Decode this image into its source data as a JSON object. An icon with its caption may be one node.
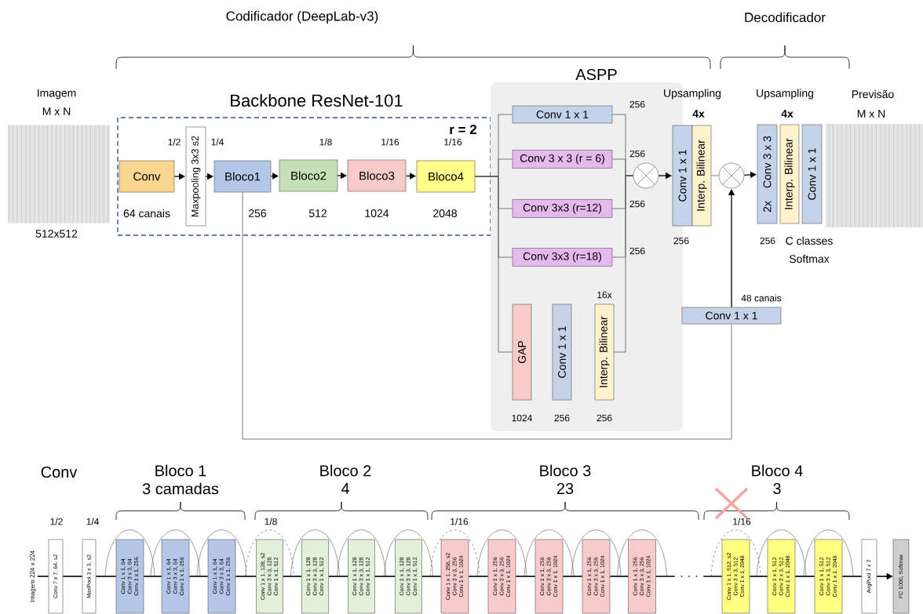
{
  "diagram": {
    "nodes": [
      {
        "text": [
          "Imagem",
          "M x N"
        ],
        "beside": [
          "512x512"
        ]
      },
      {
        "text": [
          "Backbone ResNet-101",
          "r = 2"
        ]
      },
      {
        "text": [
          "Conv"
        ],
        "in": 1,
        "beside": [
          "64 canais"
        ]
      },
      {
        "text": [
          "Maxpooling 3x3 s2"
        ],
        "in": 1,
        "beside": [
          "1/2",
          "1/4"
        ]
      },
      {
        "text": [
          "Bloco1"
        ],
        "in": 1,
        "beside": [
          "256"
        ]
      },
      {
        "text": [
          "Bloco2"
        ],
        "in": 1,
        "beside": [
          "1/8",
          "512"
        ]
      },
      {
        "text": [
          "Bloco3"
        ],
        "in": 1,
        "beside": [
          "1/16",
          "1024"
        ]
      },
      {
        "text": [
          "Bloco4"
        ],
        "in": 1,
        "beside": [
          "1/16",
          "2048"
        ]
      },
      {
        "text": [
          "ASPP"
        ]
      },
      {
        "text": [
          "Conv 1 x 1"
        ],
        "in": 8,
        "beside": [
          "256"
        ]
      },
      {
        "text": [
          "Conv 3 x 3 (r = 6)"
        ],
        "in": 8
      },
      {
        "text": [
          "Conv 3x3 (r=12)"
        ],
        "in": 8,
        "beside": [
          "256"
        ]
      },
      {
        "text": [
          "Conv 3x3 (r=18)"
        ],
        "in": 8,
        "beside": [
          "256"
        ]
      },
      {
        "text": [
          "GAP"
        ],
        "in": 8,
        "beside": [
          "1024"
        ]
      },
      {
        "text": [
          "Conv 1 x 1"
        ],
        "in": 8,
        "beside": [
          "256"
        ]
      },
      {
        "text": [
          "Interp. Bilinear"
        ],
        "in": 8,
        "beside": [
          "16x",
          "256"
        ]
      },
      {
        "text": [],
        "shape": "circle",
        "in": 8
      },
      {
        "text": [
          "Conv 1 x 1"
        ],
        "beside": [
          "256"
        ]
      },
      {
        "text": [
          "Interp. Bilinear"
        ]
      },
      {
        "text": [],
        "shape": "circle"
      },
      {
        "text": [
          "2x",
          "Conv 3 x 3"
        ],
        "beside": [
          "256"
        ]
      },
      {
        "text": [
          "Interp. Bilinear"
        ]
      },
      {
        "text": [
          "Conv 1 x 1"
        ],
        "beside": [
          "C classes",
          "Softmax"
        ]
      },
      {
        "text": [
          "Previsão",
          "M x N"
        ]
      },
      {
        "text": [
          "Conv 1 x 1"
        ],
        "beside": [
          "48 canais"
        ]
      },
      {
        "text": [
          "Imagem 224 x 224"
        ]
      },
      {
        "text": [
          "Conv 7 x 7, 64, s2"
        ]
      },
      {
        "text": [
          "MaxPool 3 x 3, s2"
        ]
      },
      {
        "text": [
          "Conv 1 x 1, 64",
          "Conv 3 x 3, 64",
          "Conv 1 x 1, 256"
        ]
      },
      {
        "text": [
          "Conv 1 x 1, 64",
          "Conv 3 x 3, 64",
          "Conv 1 x 1, 256"
        ]
      },
      {
        "text": [
          "Conv 1 x 1, 64",
          "Conv 3 x 3, 64",
          "Conv 1 x 1, 256"
        ]
      },
      {
        "text": [
          "Conv 1 x 1, 128, s2",
          "Conv 3 x 3, 128",
          "Conv 1 x 1, 512"
        ]
      },
      {
        "text": [
          "Conv 1 x 1, 128",
          "Conv 3 x 3, 128",
          "Conv 1 x 1, 512"
        ]
      },
      {
        "text": [
          "Conv 1 x 1, 128",
          "Conv 3 x 3, 128",
          "Conv 1 x 1, 512"
        ]
      },
      {
        "text": [
          "Conv 1 x 1, 128",
          "Conv 3 x 3, 128",
          "Conv 1 x 1, 512"
        ]
      },
      {
        "text": [
          "Conv 1 x 1, 256, s2",
          "Conv 3 x 3, 256",
          "Conv 1 x 1, 1024"
        ]
      },
      {
        "text": [
          "Conv 1 x 1, 256",
          "Conv 3 x 3, 256",
          "Conv 1 x 1, 1024"
        ]
      },
      {
        "text": [
          "Conv 1 x 1, 256",
          "Conv 3 x 3, 256",
          "Conv 1 x 1, 1024"
        ]
      },
      {
        "text": [
          "Conv 1 x 1, 256",
          "Conv 3 x 3, 256",
          "Conv 1 x 1, 1024"
        ]
      },
      {
        "text": [
          "Conv 1 x 1, 256",
          "Conv 3 x 3, 256",
          "Conv 1 x 1, 1024"
        ]
      },
      {
        "text": [
          "Conv 1 x 1, 512, s2",
          "Conv 3 x 3, 512",
          "Conv 1 x 1, 2048"
        ]
      },
      {
        "text": [
          "Conv 1 x 1, 512",
          "Conv 3 x 3, 512",
          "Conv 1 x 1, 2048"
        ]
      },
      {
        "text": [
          "Conv 1 x 1, 512",
          "Conv 3 x 3, 512",
          "Conv 1 x 1, 2048"
        ]
      },
      {
        "text": [
          "AvgPool 7 x 7"
        ]
      },
      {
        "text": [
          "FC 1000, Softmax"
        ]
      }
    ],
    "edges": [
      {
        "from": 2,
        "to": 3,
        "arrow": "to"
      },
      {
        "from": 3,
        "to": 4,
        "arrow": "to"
      },
      {
        "from": 4,
        "to": 5,
        "arrow": "to"
      },
      {
        "from": 5,
        "to": 6,
        "arrow": "to"
      },
      {
        "from": 6,
        "to": 7,
        "arrow": "to"
      },
      {
        "from": 7,
        "to": 9,
        "arrow": "none"
      },
      {
        "from": 7,
        "to": 10,
        "arrow": "none"
      },
      {
        "from": 7,
        "to": 11,
        "arrow": "none"
      },
      {
        "from": 7,
        "to": 12,
        "arrow": "none"
      },
      {
        "from": 7,
        "to": 13,
        "arrow": "none"
      },
      {
        "from": 9,
        "to": 16,
        "arrow": "none"
      },
      {
        "from": 10,
        "to": 16,
        "arrow": "none"
      },
      {
        "from": 11,
        "to": 16,
        "arrow": "none"
      },
      {
        "from": 12,
        "to": 16,
        "arrow": "none"
      },
      {
        "from": 15,
        "to": 16,
        "arrow": "none"
      },
      {
        "from": 16,
        "to": 17,
        "arrow": "to"
      },
      {
        "from": 18,
        "to": 19,
        "arrow": "none"
      },
      {
        "from": 19,
        "to": 20,
        "arrow": "to"
      },
      {
        "from": 4,
        "to": 24,
        "arrow": "none"
      },
      {
        "from": 24,
        "to": 19,
        "arrow": "to"
      },
      {
        "from": 25,
        "to": 26,
        "arrow": "none"
      },
      {
        "from": 26,
        "to": 27,
        "arrow": "none"
      },
      {
        "from": 27,
        "to": 28,
        "arrow": "none"
      },
      {
        "from": 28,
        "to": 29,
        "arrow": "none"
      },
      {
        "from": 29,
        "to": 30,
        "arrow": "none"
      },
      {
        "from": 30,
        "to": 31,
        "arrow": "none"
      },
      {
        "from": 31,
        "to": 32,
        "arrow": "none"
      },
      {
        "from": 32,
        "to": 33,
        "arrow": "none"
      },
      {
        "from": 33,
        "to": 34,
        "arrow": "none"
      },
      {
        "from": 34,
        "to": 35,
        "arrow": "none"
      },
      {
        "from": 35,
        "to": 36,
        "arrow": "none"
      },
      {
        "from": 36,
        "to": 37,
        "arrow": "none"
      },
      {
        "from": 37,
        "to": 38,
        "arrow": "none"
      },
      {
        "from": 38,
        "to": 39,
        "arrow": "none"
      },
      {
        "from": 39,
        "to": 40,
        "arrow": "none",
        "style": "dashed"
      },
      {
        "from": 40,
        "to": 41,
        "arrow": "none"
      },
      {
        "from": 41,
        "to": 42,
        "arrow": "none"
      },
      {
        "from": 42,
        "to": 43,
        "arrow": "none"
      },
      {
        "from": 43,
        "to": 44,
        "arrow": "to"
      }
    ],
    "labels": [
      "Codificador (DeepLab-v3)",
      "Decodificador",
      "Upsampling",
      "4x",
      "Upsampling",
      "4x",
      "Conv",
      "Bloco 1",
      "3 camadas",
      "Bloco 2",
      "4",
      "Bloco 3",
      "23",
      "Bloco 4",
      "3",
      "1/2",
      "1/4",
      "1/8",
      "1/16",
      "1/16",
      "256"
    ]
  }
}
